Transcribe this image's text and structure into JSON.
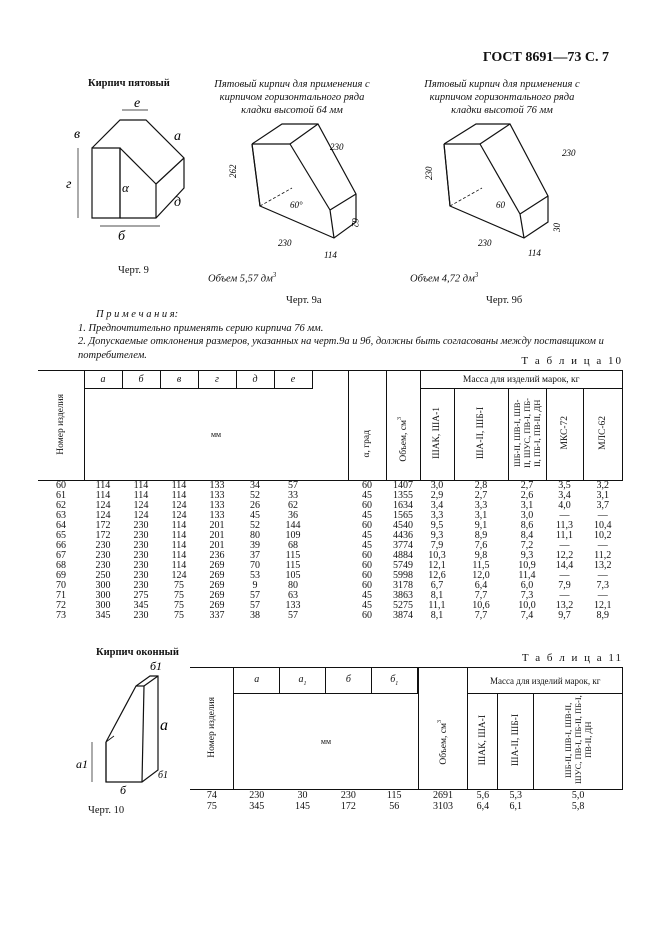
{
  "header": "ГОСТ 8691—73 С. 7",
  "fig9": {
    "title": "Кирпич пятовый",
    "label": "Черт. 9",
    "letters": [
      "в",
      "е",
      "а",
      "г",
      "α",
      "д",
      "б"
    ]
  },
  "fig9a": {
    "caption": "Пятовый кирпич для применения с кирпичом горизонтального ряда кладки высотой 64 мм",
    "label": "Черт. 9а",
    "volume_text": "Объем 5,57 дм",
    "volume_sup": "3",
    "dims": [
      "230",
      "262",
      "60°",
      "62",
      "230",
      "114"
    ]
  },
  "fig9b": {
    "caption": "Пятовый кирпич для применения с кирпичом горизонтального ряда кладки высотой 76 мм",
    "label": "Черт. 9б",
    "volume_text": "Объем 4,72 дм",
    "volume_sup": "3",
    "dims": [
      "230",
      "230",
      "60",
      "30",
      "230",
      "114"
    ]
  },
  "notes": {
    "title": "П р и м е ч а н и я:",
    "n1": "1. Предпочтительно применять серию кирпича 76 мм.",
    "n2": "2. Допускаемые отклонения размеров, указанных на черт.9а и 9б, должны быть согласованы между поставщиком и потребителем."
  },
  "table10": {
    "title": "Т а б л и ц а 10",
    "h_item": "Номер изделия",
    "dim_cols": [
      "а",
      "б",
      "в",
      "г",
      "д",
      "е"
    ],
    "h_mm": "мм",
    "h_alpha": "α, град",
    "h_vol": "Объем, см",
    "h_vol_sup": "3",
    "h_mass": "Масса для изделий марок, кг",
    "mass_cols": [
      "ШАК, ША-1",
      "ША-II, ШБ-I",
      "ШБ-II, ШВ-I, ШВ-II, ШУС, ПВ-I, ПБ-II, ПБ-I, ПВ-II, ДН",
      "МКС-72",
      "МЛС-62"
    ],
    "rows": [
      [
        "60",
        "114",
        "114",
        "114",
        "133",
        "34",
        "57",
        "60",
        "1407",
        "3,0",
        "2,8",
        "2,7",
        "3,5",
        "3,2"
      ],
      [
        "61",
        "114",
        "114",
        "114",
        "133",
        "52",
        "33",
        "45",
        "1355",
        "2,9",
        "2,7",
        "2,6",
        "3,4",
        "3,1"
      ],
      [
        "62",
        "124",
        "124",
        "124",
        "133",
        "26",
        "62",
        "60",
        "1634",
        "3,4",
        "3,3",
        "3,1",
        "4,0",
        "3,7"
      ],
      [
        "63",
        "124",
        "124",
        "124",
        "133",
        "45",
        "36",
        "45",
        "1565",
        "3,3",
        "3,1",
        "3,0",
        "—",
        "—"
      ],
      [
        "64",
        "172",
        "230",
        "114",
        "201",
        "52",
        "144",
        "60",
        "4540",
        "9,5",
        "9,1",
        "8,6",
        "11,3",
        "10,4"
      ],
      [
        "65",
        "172",
        "230",
        "114",
        "201",
        "80",
        "109",
        "45",
        "4436",
        "9,3",
        "8,9",
        "8,4",
        "11,1",
        "10,2"
      ],
      [
        "66",
        "230",
        "230",
        "114",
        "201",
        "39",
        "68",
        "45",
        "3774",
        "7,9",
        "7,6",
        "7,2",
        "—",
        "—"
      ],
      [
        "67",
        "230",
        "230",
        "114",
        "236",
        "37",
        "115",
        "60",
        "4884",
        "10,3",
        "9,8",
        "9,3",
        "12,2",
        "11,2"
      ],
      [
        "68",
        "230",
        "230",
        "114",
        "269",
        "70",
        "115",
        "60",
        "5749",
        "12,1",
        "11,5",
        "10,9",
        "14,4",
        "13,2"
      ],
      [
        "69",
        "250",
        "230",
        "124",
        "269",
        "53",
        "105",
        "60",
        "5998",
        "12,6",
        "12,0",
        "11,4",
        "—",
        "—"
      ],
      [
        "70",
        "300",
        "230",
        "75",
        "269",
        "9",
        "80",
        "60",
        "3178",
        "6,7",
        "6,4",
        "6,0",
        "7,9",
        "7,3"
      ],
      [
        "71",
        "300",
        "275",
        "75",
        "269",
        "57",
        "63",
        "45",
        "3863",
        "8,1",
        "7,7",
        "7,3",
        "—",
        "—"
      ],
      [
        "72",
        "300",
        "345",
        "75",
        "269",
        "57",
        "133",
        "45",
        "5275",
        "11,1",
        "10,6",
        "10,0",
        "13,2",
        "12,1"
      ],
      [
        "73",
        "345",
        "230",
        "75",
        "337",
        "38",
        "57",
        "60",
        "3874",
        "8,1",
        "7,7",
        "7,4",
        "9,7",
        "8,9"
      ]
    ]
  },
  "fig10": {
    "title": "Кирпич оконный",
    "label": "Черт. 10",
    "letters": [
      "б1",
      "а",
      "а1",
      "б",
      "б1"
    ]
  },
  "table11": {
    "title": "Т а б л и ц а 11",
    "h_item": "Номер изделия",
    "dim_cols": [
      "а",
      "а",
      "б",
      "б"
    ],
    "dim_subs": [
      "",
      "1",
      "",
      "1"
    ],
    "h_mm": "мм",
    "h_vol": "Объем, см",
    "h_vol_sup": "3",
    "h_mass": "Масса для изделий марок, кг",
    "mass_cols": [
      "ШАК, ША-I",
      "ША-II, ШБ-I",
      "ШБ-II, ШВ-I, ШВ-II, ШУС, ПВ-I, ПБ-II, ПБ-I, ПВ-II, ДН"
    ],
    "rows": [
      [
        "74",
        "230",
        "30",
        "230",
        "115",
        "2691",
        "5,6",
        "5,3",
        "5,0"
      ],
      [
        "75",
        "345",
        "145",
        "172",
        "56",
        "3103",
        "6,4",
        "6,1",
        "5,8"
      ]
    ]
  }
}
